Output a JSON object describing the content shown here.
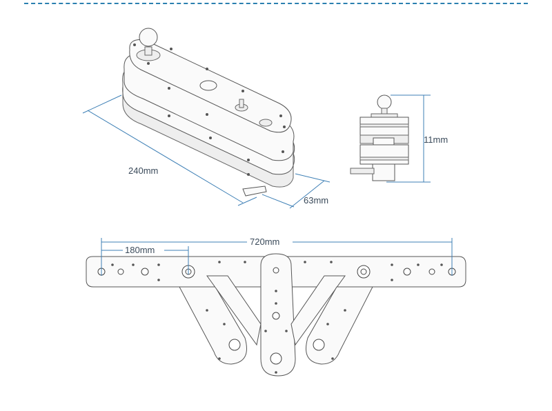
{
  "dimensions": {
    "length_iso": "240mm",
    "width_iso": "63mm",
    "height_side": "11mm",
    "span_total": "720mm",
    "span_segment": "180mm"
  },
  "colors": {
    "dimension_line": "#3d7fb5",
    "header_rule": "#2a7fb0",
    "outline": "#555555"
  }
}
